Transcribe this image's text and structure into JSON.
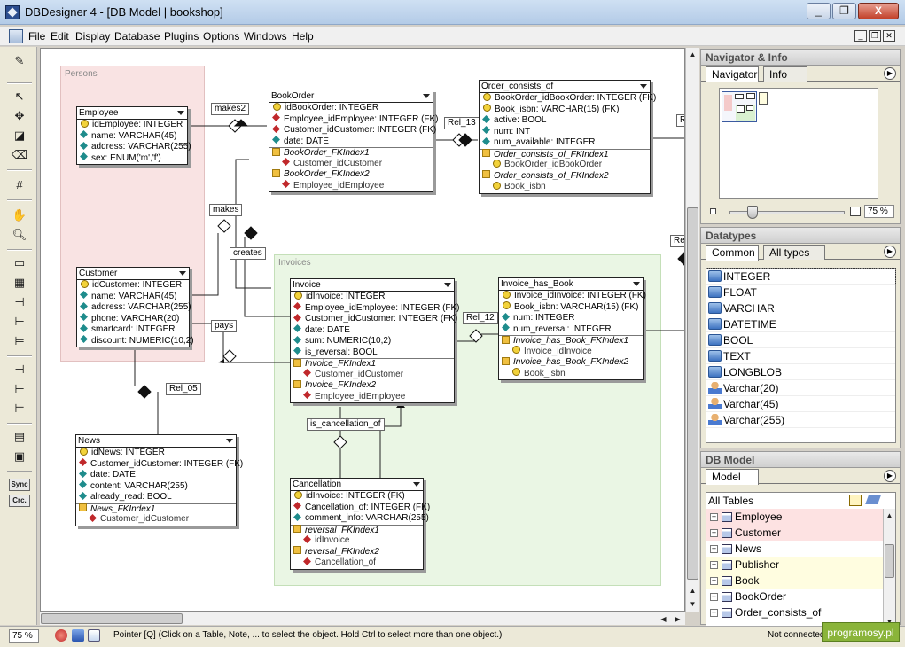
{
  "window": {
    "title": "DBDesigner 4 - [DB Model | bookshop]",
    "buttons": {
      "minimize": "_",
      "restore": "❐",
      "close": "X"
    }
  },
  "menu": [
    {
      "label": "File"
    },
    {
      "label": "Edit"
    },
    {
      "label": "Display"
    },
    {
      "label": "Database"
    },
    {
      "label": "Plugins"
    },
    {
      "label": "Options"
    },
    {
      "label": "Windows"
    },
    {
      "label": "Help"
    }
  ],
  "toolbar": {
    "sync_label": "Sync",
    "crc_label": "Crc."
  },
  "regions": {
    "persons": "Persons",
    "invoices": "Invoices"
  },
  "tables": {
    "employee": {
      "name": "Employee",
      "columns": [
        "idEmployee: INTEGER",
        "name: VARCHAR(45)",
        "address: VARCHAR(255)",
        "sex: ENUM('m','f')"
      ]
    },
    "customer": {
      "name": "Customer",
      "columns": [
        "idCustomer: INTEGER",
        "name: VARCHAR(45)",
        "address: VARCHAR(255)",
        "phone: VARCHAR(20)",
        "smartcard: INTEGER",
        "discount: NUMERIC(10,2)"
      ]
    },
    "bookorder": {
      "name": "BookOrder",
      "columns": [
        "idBookOrder: INTEGER",
        "Employee_idEmployee: INTEGER (FK)",
        "Customer_idCustomer: INTEGER (FK)",
        "date: DATE"
      ],
      "indexes": [
        "BookOrder_FKIndex1",
        "Customer_idCustomer",
        "BookOrder_FKIndex2",
        "Employee_idEmployee"
      ]
    },
    "order_consists_of": {
      "name": "Order_consists_of",
      "columns": [
        "BookOrder_idBookOrder: INTEGER (FK)",
        "Book_isbn: VARCHAR(15) (FK)",
        "active: BOOL",
        "num: INT",
        "num_available: INTEGER"
      ],
      "indexes": [
        "Order_consists_of_FKIndex1",
        "BookOrder_idBookOrder",
        "Order_consists_of_FKIndex2",
        "Book_isbn"
      ]
    },
    "invoice": {
      "name": "Invoice",
      "columns": [
        "idInvoice: INTEGER",
        "Employee_idEmployee: INTEGER (FK)",
        "Customer_idCustomer: INTEGER (FK)",
        "date: DATE",
        "sum: NUMERIC(10,2)",
        "is_reversal: BOOL"
      ],
      "indexes": [
        "Invoice_FKIndex1",
        "Customer_idCustomer",
        "Invoice_FKIndex2",
        "Employee_idEmployee"
      ]
    },
    "invoice_has_book": {
      "name": "Invoice_has_Book",
      "columns": [
        "Invoice_idInvoice: INTEGER (FK)",
        "Book_isbn: VARCHAR(15) (FK)",
        "num: INTEGER",
        "num_reversal: INTEGER"
      ],
      "indexes": [
        "Invoice_has_Book_FKIndex1",
        "Invoice_idInvoice",
        "Invoice_has_Book_FKIndex2",
        "Book_isbn"
      ]
    },
    "news": {
      "name": "News",
      "columns": [
        "idNews: INTEGER",
        "Customer_idCustomer: INTEGER (FK)",
        "date: DATE",
        "content: VARCHAR(255)",
        "already_read: BOOL"
      ],
      "indexes": [
        "News_FKIndex1",
        "Customer_idCustomer"
      ]
    },
    "cancellation": {
      "name": "Cancellation",
      "columns": [
        "idInvoice: INTEGER (FK)",
        "Cancellation_of: INTEGER (FK)",
        "comment_info: VARCHAR(255)"
      ],
      "indexes": [
        "reversal_FKIndex1",
        "idInvoice",
        "reversal_FKIndex2",
        "Cancellation_of"
      ]
    }
  },
  "relations": {
    "makes2": "makes2",
    "rel13": "Rel_13",
    "makes": "makes",
    "creates": "creates",
    "pays": "pays",
    "rel12": "Rel_12",
    "rel05": "Rel_05",
    "is_cancellation_of": "is_cancellation_of",
    "ra": "Ra",
    "re": "Re"
  },
  "navigator": {
    "title": "Navigator & Info",
    "tabs": [
      "Navigator",
      "Info"
    ],
    "zoom": "75 %"
  },
  "datatypes": {
    "title": "Datatypes",
    "tabs": [
      "Common",
      "All types"
    ],
    "items": [
      "INTEGER",
      "FLOAT",
      "VARCHAR",
      "DATETIME",
      "BOOL",
      "TEXT",
      "LONGBLOB",
      "Varchar(20)",
      "Varchar(45)",
      "Varchar(255)"
    ]
  },
  "dbmodel": {
    "title": "DB Model",
    "tabs": [
      "Model"
    ],
    "root": "All Tables",
    "items": [
      {
        "label": "Employee",
        "bg": "#fde2e2"
      },
      {
        "label": "Customer",
        "bg": "#fde2e2"
      },
      {
        "label": "News",
        "bg": "#ffffff"
      },
      {
        "label": "Publisher",
        "bg": "#fffde0"
      },
      {
        "label": "Book",
        "bg": "#fffde0"
      },
      {
        "label": "BookOrder",
        "bg": "#ffffff"
      },
      {
        "label": "Order_consists_of",
        "bg": "#ffffff"
      }
    ]
  },
  "status": {
    "zoom": "75 %",
    "text": "Pointer [Q] (Click on a Table, Note, ... to select the object. Hold Ctrl to select more than one object.)",
    "connection": "Not connected"
  },
  "watermark": "programosy.pl"
}
